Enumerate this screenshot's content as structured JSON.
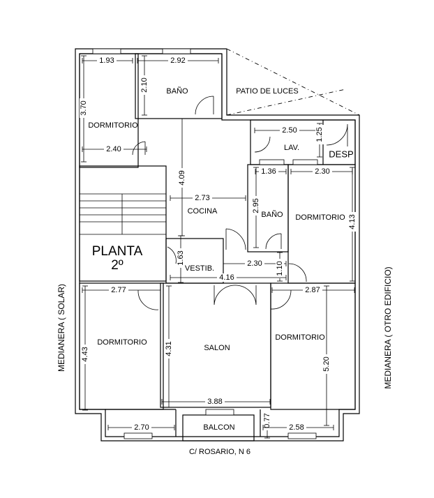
{
  "plan": {
    "title_line1": "PLANTA",
    "title_line2": "2º",
    "street": "C/ ROSARIO, N 6",
    "left_side": "MEDIANERA ( SOLAR)",
    "right_side": "MEDIANERA ( OTRO EDIFICIO)",
    "rooms": [
      {
        "id": "dormitorio-nw",
        "label": "DORMITORIO"
      },
      {
        "id": "bano-n",
        "label": "BAÑO"
      },
      {
        "id": "patio",
        "label": "PATIO DE LUCES"
      },
      {
        "id": "lav",
        "label": "LAV."
      },
      {
        "id": "desp",
        "label": "DESP"
      },
      {
        "id": "cocina",
        "label": "COCINA"
      },
      {
        "id": "bano-e",
        "label": "BAÑO"
      },
      {
        "id": "dormitorio-ne",
        "label": "DORMITORIO"
      },
      {
        "id": "vestib",
        "label": "VESTIB."
      },
      {
        "id": "dormitorio-sw",
        "label": "DORMITORIO"
      },
      {
        "id": "salon",
        "label": "SALON"
      },
      {
        "id": "dormitorio-se",
        "label": "DORMITORIO"
      },
      {
        "id": "balcon",
        "label": "BALCON"
      }
    ],
    "dimensions": [
      "1.93",
      "2.92",
      "2.10",
      "3.70",
      "2.40",
      "2.50",
      "1.25",
      "1.36",
      "2.30",
      "4.09",
      "2.73",
      "2.95",
      "4.13",
      "1.63",
      "2.30",
      "1.10",
      "4.16",
      "2.77",
      "2.87",
      "4.43",
      "4.31",
      "5.20",
      "3.88",
      "2.70",
      "0.77",
      "2.58"
    ]
  }
}
